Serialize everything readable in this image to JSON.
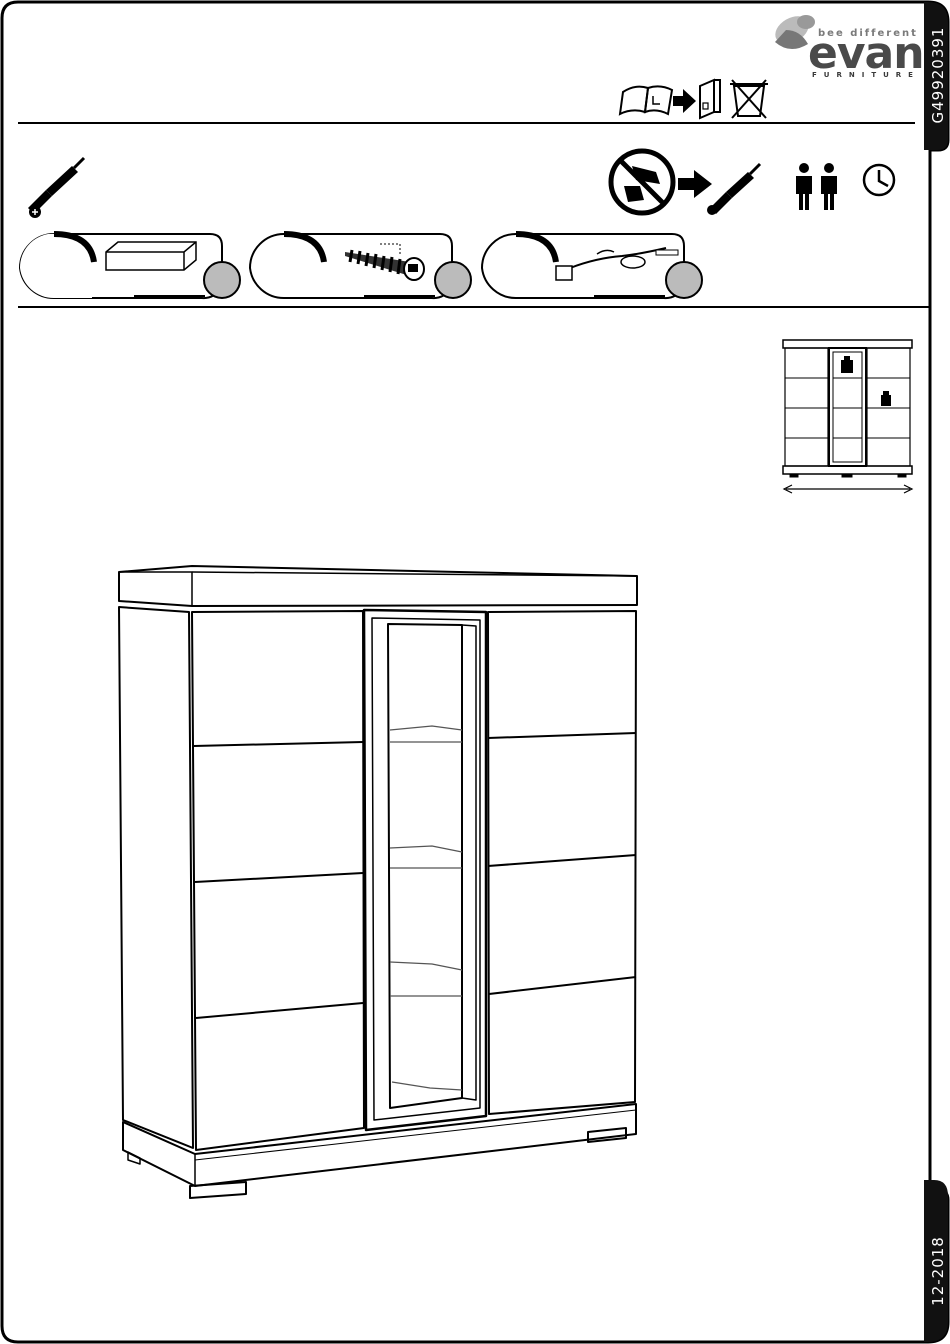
{
  "brand": {
    "tagline": "bee different",
    "name": "evan",
    "subtitle": "FURNITURE"
  },
  "document": {
    "code": "G49920391",
    "date": "12-2018"
  },
  "icons": {
    "header": [
      "manual-icon",
      "arrow-right-icon",
      "binder-icon",
      "no-trash-icon"
    ],
    "tools": [
      "screwdriver-icon",
      "no-power-drill-icon",
      "two-persons-icon",
      "clock-icon"
    ],
    "parts": [
      "board-part-icon",
      "screw-part-icon",
      "led-cable-part-icon"
    ]
  }
}
